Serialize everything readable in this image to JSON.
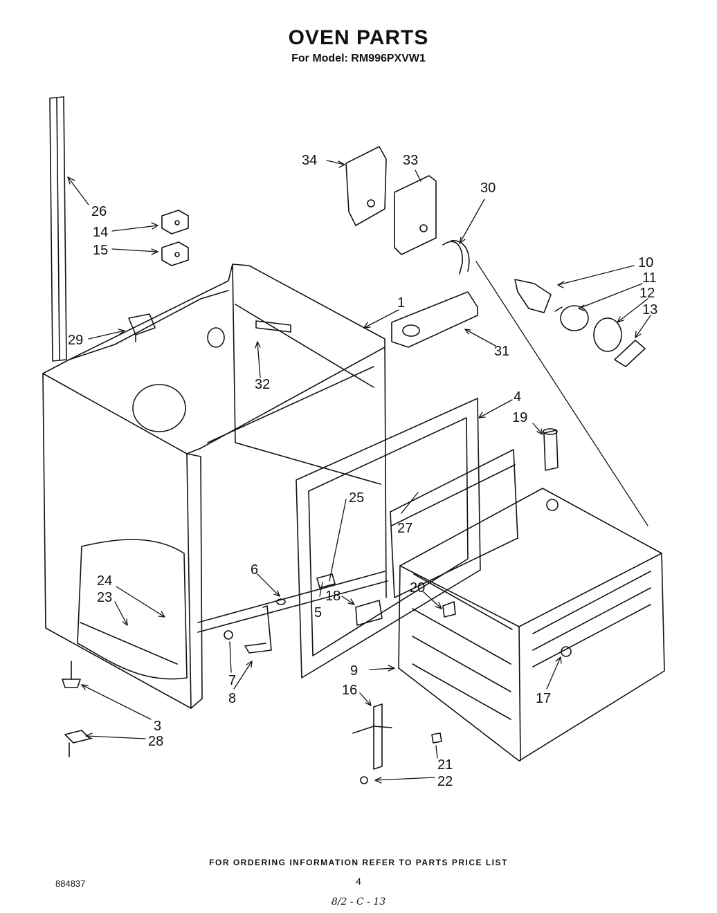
{
  "title": "OVEN PARTS",
  "subtitle": "For Model: RM996PXVW1",
  "callouts": [
    "1",
    "3",
    "4",
    "5",
    "6",
    "7",
    "8",
    "9",
    "10",
    "11",
    "12",
    "13",
    "14",
    "15",
    "16",
    "17",
    "18",
    "19",
    "20",
    "21",
    "22",
    "23",
    "24",
    "25",
    "26",
    "27",
    "28",
    "29",
    "30",
    "31",
    "32",
    "33",
    "34"
  ],
  "footer": "FOR ORDERING INFORMATION REFER TO PARTS PRICE LIST",
  "doc_number": "884837",
  "page_number": "4",
  "handwritten_note": "8/2 - C - 13"
}
